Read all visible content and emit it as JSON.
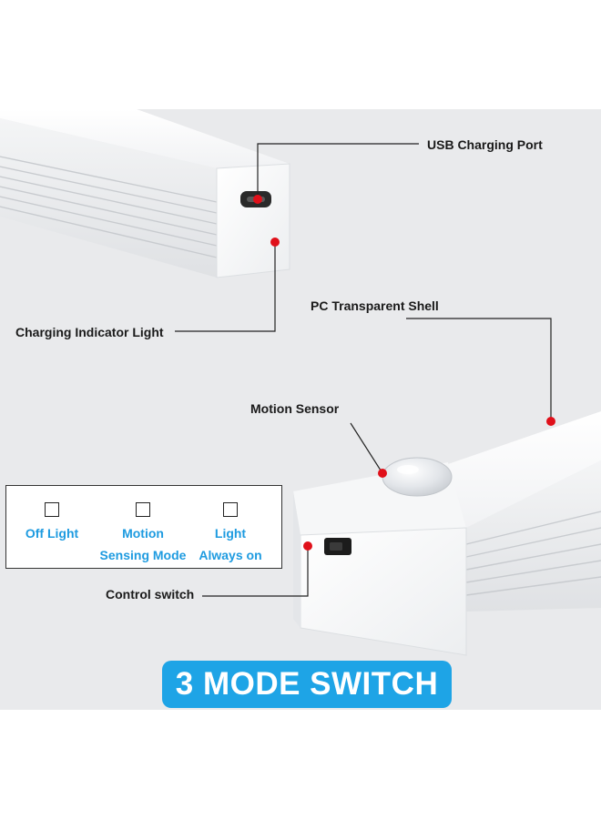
{
  "labels": {
    "usb_port": "USB Charging Port",
    "indicator": "Charging Indicator Light",
    "shell": "PC Transparent Shell",
    "motion": "Motion Sensor",
    "control": "Control switch"
  },
  "modes": [
    {
      "line1": "Off Light",
      "line2": ""
    },
    {
      "line1": "Motion",
      "line2": "Sensing Mode"
    },
    {
      "line1": "Light",
      "line2": "Always on"
    }
  ],
  "banner": "3 MODE SWITCH",
  "colors": {
    "accent": "#1ea4e6",
    "mode_text": "#1e9be0",
    "marker": "#e0101a",
    "background": "#e9eaec"
  }
}
